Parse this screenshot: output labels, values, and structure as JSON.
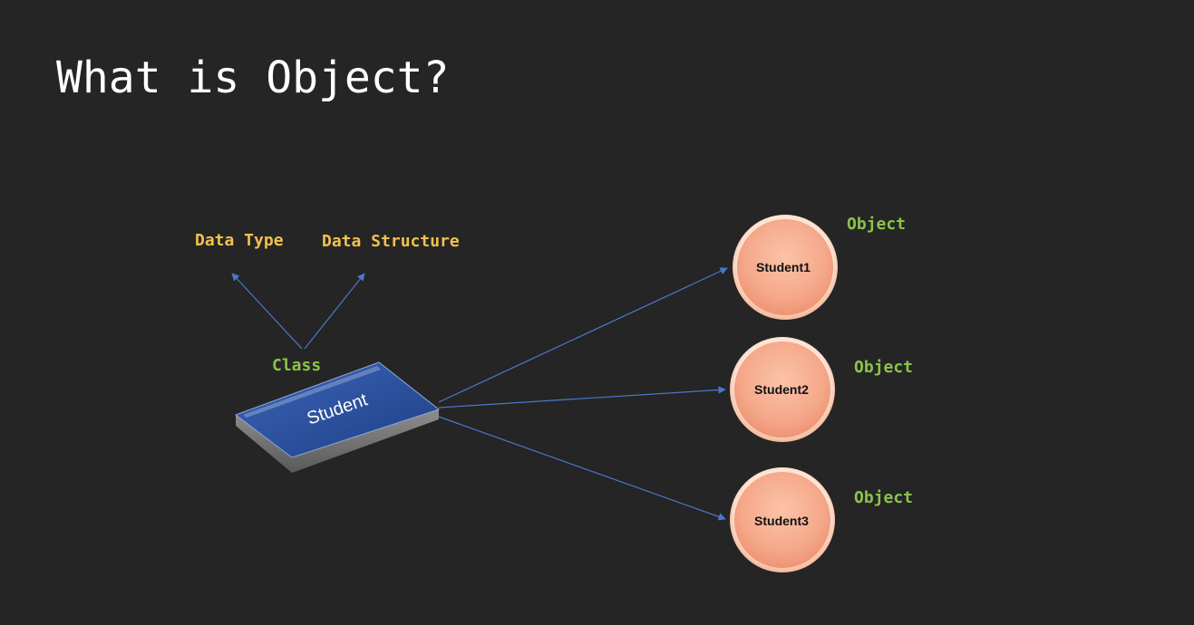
{
  "slide": {
    "title": "What is Object?",
    "background_color": "#252525"
  },
  "diagram": {
    "class_label": "Class",
    "class_box_text": "Student",
    "concepts": [
      {
        "id": "data-type",
        "label": "Data Type"
      },
      {
        "id": "data-structure",
        "label": "Data Structure"
      }
    ],
    "objects": [
      {
        "name": "Student1",
        "label": "Object"
      },
      {
        "name": "Student2",
        "label": "Object"
      },
      {
        "name": "Student3",
        "label": "Object"
      }
    ],
    "colors": {
      "title_text": "#ffffff",
      "concept_text": "#f2c14e",
      "label_text": "#8bc34a",
      "arrow": "#4a78c8",
      "class_box_fill": "#2a4f9a",
      "object_fill": "#f5a88a",
      "object_ring": "#fbd9c6",
      "object_text": "#111111"
    }
  }
}
